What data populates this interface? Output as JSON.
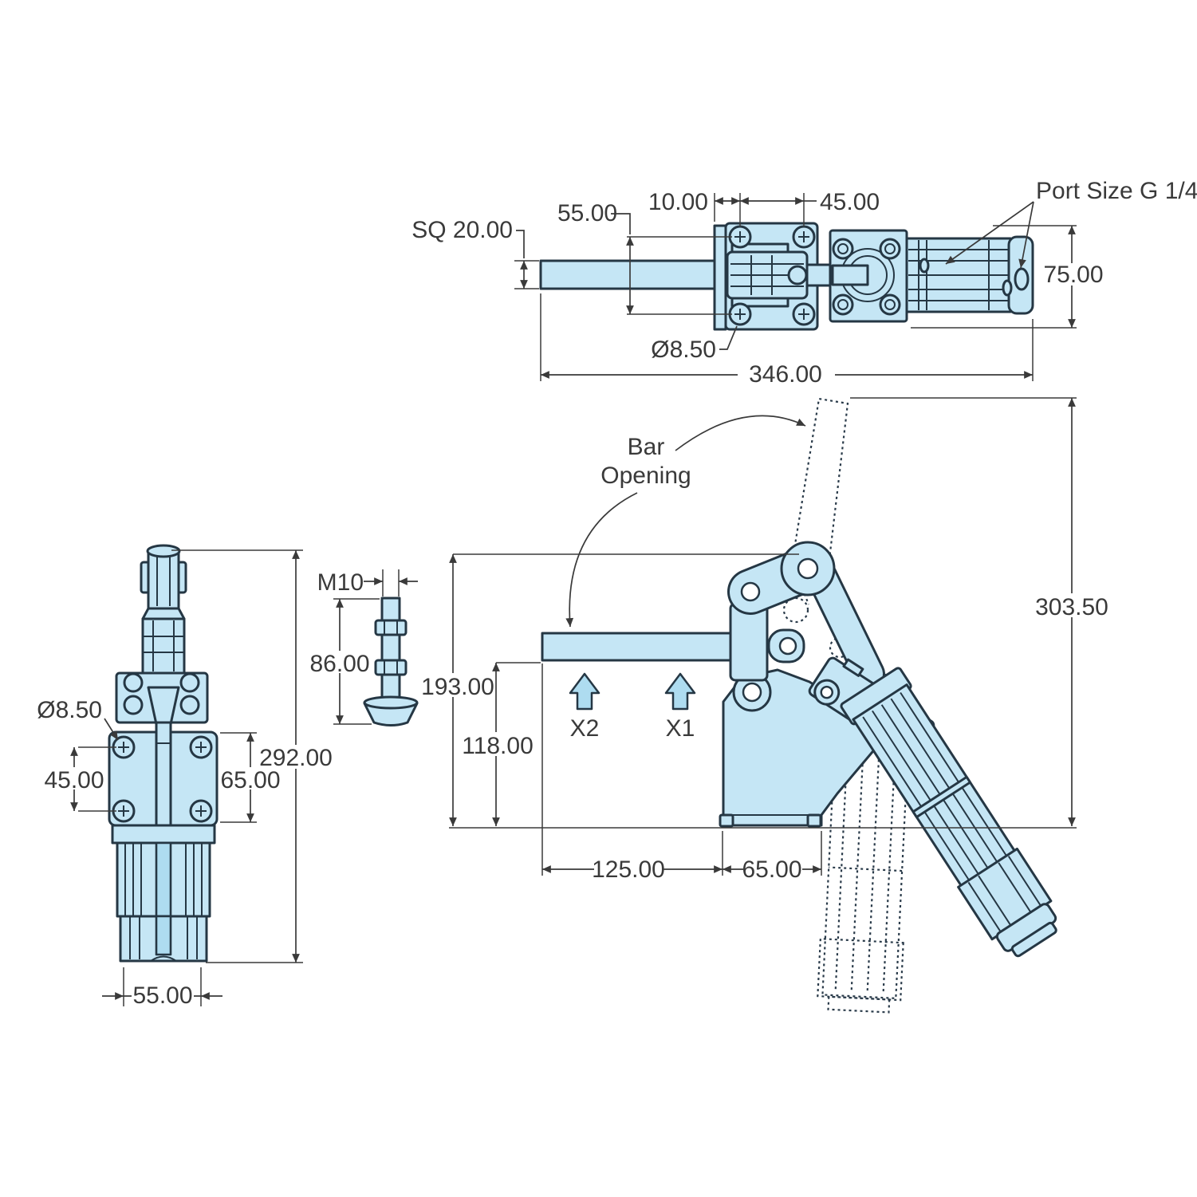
{
  "colors": {
    "part_fill": "#c5e6f5",
    "part_fill_dark": "#aedcf0",
    "outline": "#253744",
    "dimension": "#3a3a3a",
    "background": "#ffffff"
  },
  "views": {
    "top": {
      "dim_sq": "SQ 20.00",
      "dim_55": "55.00",
      "dim_10": "10.00",
      "dim_45": "45.00",
      "port_label": "Port Size G 1/4",
      "dim_75": "75.00",
      "dim_d85": "Ø8.50",
      "dim_346": "346.00"
    },
    "front": {
      "dim_d85": "Ø8.50",
      "dim_45": "45.00",
      "dim_65": "65.00",
      "dim_292": "292.00",
      "dim_55": "55.00"
    },
    "stud": {
      "thread": "M10",
      "dim_86": "86.00"
    },
    "side": {
      "bar_opening_line1": "Bar",
      "bar_opening_line2": "Opening",
      "dim_193": "193.00",
      "dim_118": "118.00",
      "dim_125": "125.00",
      "dim_65": "65.00",
      "dim_3035": "303.50",
      "x1": "X1",
      "x2": "X2"
    }
  }
}
